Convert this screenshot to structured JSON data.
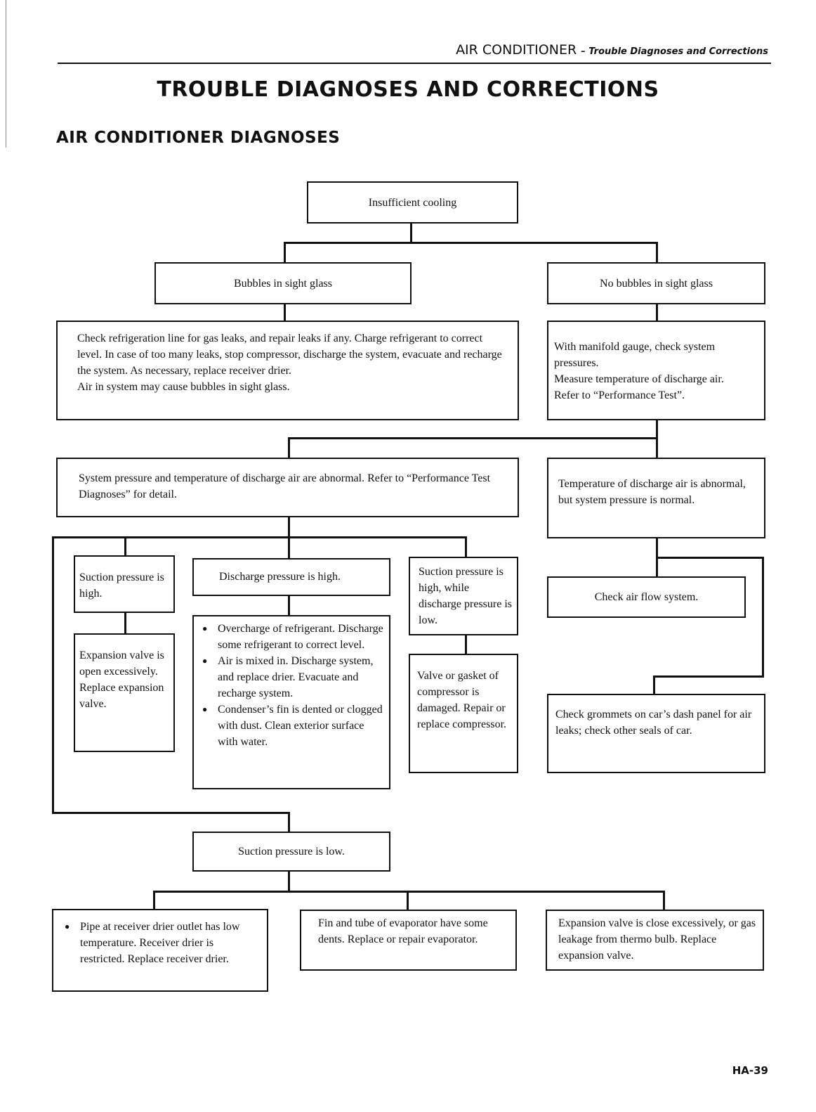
{
  "header": {
    "section_title": "AIR CONDITIONER",
    "section_subtitle": "– Trouble Diagnoses and Corrections"
  },
  "page_title": "TROUBLE DIAGNOSES AND CORRECTIONS",
  "section_heading": "AIR CONDITIONER DIAGNOSES",
  "flowchart": {
    "start": "Insufficient cooling",
    "bubbles": "Bubbles in sight glass",
    "no_bubbles": "No bubbles in sight glass",
    "bubbles_action": [
      "Check refrigeration line for gas leaks, and repair leaks if any. Charge refrigerant to correct level. In case of too many leaks, stop compressor, discharge the system, evacuate and recharge the system. As necessary, replace receiver drier.",
      "Air in system may cause bubbles in sight glass."
    ],
    "manifold_check": [
      "With manifold gauge, check system pressures.",
      "Measure temperature of discharge air.",
      "Refer to “Performance Test”."
    ],
    "abnormal": "System pressure and temperature of discharge air are abnormal. Refer to “Performance Test Diagnoses” for detail.",
    "temp_abnormal": "Temperature of discharge air is abnormal, but system pressure is normal.",
    "suction_high": "Suction pressure is high.",
    "expansion_open": "Expansion valve is open excessively. Replace expansion valve.",
    "discharge_high": "Discharge pressure is high.",
    "discharge_high_items": [
      "Overcharge of refrigerant. Discharge some refrigerant to correct level.",
      "Air is mixed in. Discharge system, and replace drier. Evacuate and recharge system.",
      "Condenser’s fin is dented or clogged with dust. Clean exterior surface with water."
    ],
    "suction_high_discharge_low": "Suction pressure is high, while discharge pressure is low.",
    "valve_gasket": "Valve or gasket of compressor is damaged. Repair or replace compressor.",
    "air_flow": "Check air flow system.",
    "grommets": "Check grommets on car’s dash panel for air leaks; check other seals of car.",
    "suction_low": "Suction pressure is low.",
    "receiver_drier": "Pipe at receiver drier outlet has low temperature. Receiver drier is restricted. Replace receiver drier.",
    "evaporator": "Fin and tube of evaporator have some dents. Replace or repair evaporator.",
    "expansion_close": "Expansion valve is close excessively, or gas leakage from thermo bulb. Replace expansion valve."
  },
  "page_number": "HA-39"
}
